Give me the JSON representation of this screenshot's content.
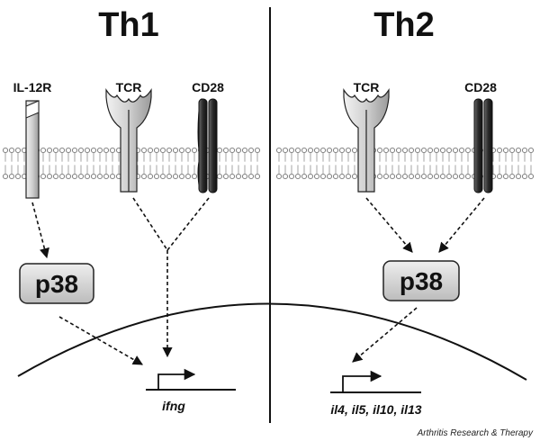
{
  "panels": {
    "left": {
      "title": "Th1"
    },
    "right": {
      "title": "Th2"
    }
  },
  "receptors": {
    "il12r": "IL-12R",
    "tcr_left": "TCR",
    "cd28_left": "CD28",
    "tcr_right": "TCR",
    "cd28_right": "CD28"
  },
  "kinase": {
    "left": "p38",
    "right": "p38"
  },
  "genes": {
    "left": "ifng",
    "right": "il4, il5, il10, il13"
  },
  "credit": "Arthritis Research & Therapy",
  "colors": {
    "receptor_light": "#d6d6d6",
    "receptor_dark": "#2a2a2a",
    "p38_box": "#cfcfcf"
  }
}
